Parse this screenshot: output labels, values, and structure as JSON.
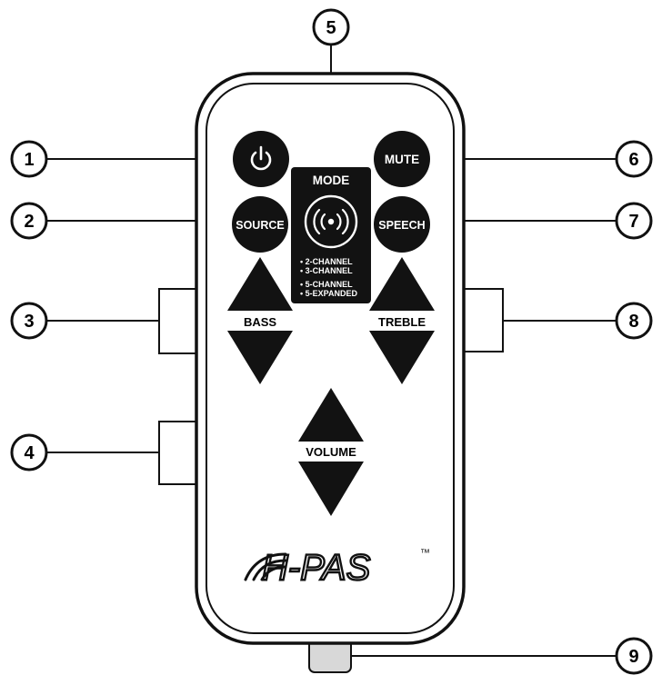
{
  "colors": {
    "ink": "#111111",
    "button": "#121212",
    "tab": "#d8d8d8",
    "background": "#ffffff"
  },
  "buttons": {
    "mute": "MUTE",
    "source": "SOURCE",
    "speech": "SPEECH",
    "mode_title": "MODE"
  },
  "mode_options": [
    "• 2-CHANNEL",
    "• 3-CHANNEL",
    "• 5-CHANNEL",
    "• 5-EXPANDED"
  ],
  "arrows": {
    "bass": "BASS",
    "treble": "TREBLE",
    "volume": "VOLUME"
  },
  "brand": {
    "logo_text": "H-PAS",
    "trademark": "™"
  },
  "callouts": [
    "1",
    "2",
    "3",
    "4",
    "5",
    "6",
    "7",
    "8",
    "9"
  ],
  "icons": {
    "power": "power-icon",
    "mode": "wireless-surround-icon",
    "logo": "h-pas-logo"
  }
}
